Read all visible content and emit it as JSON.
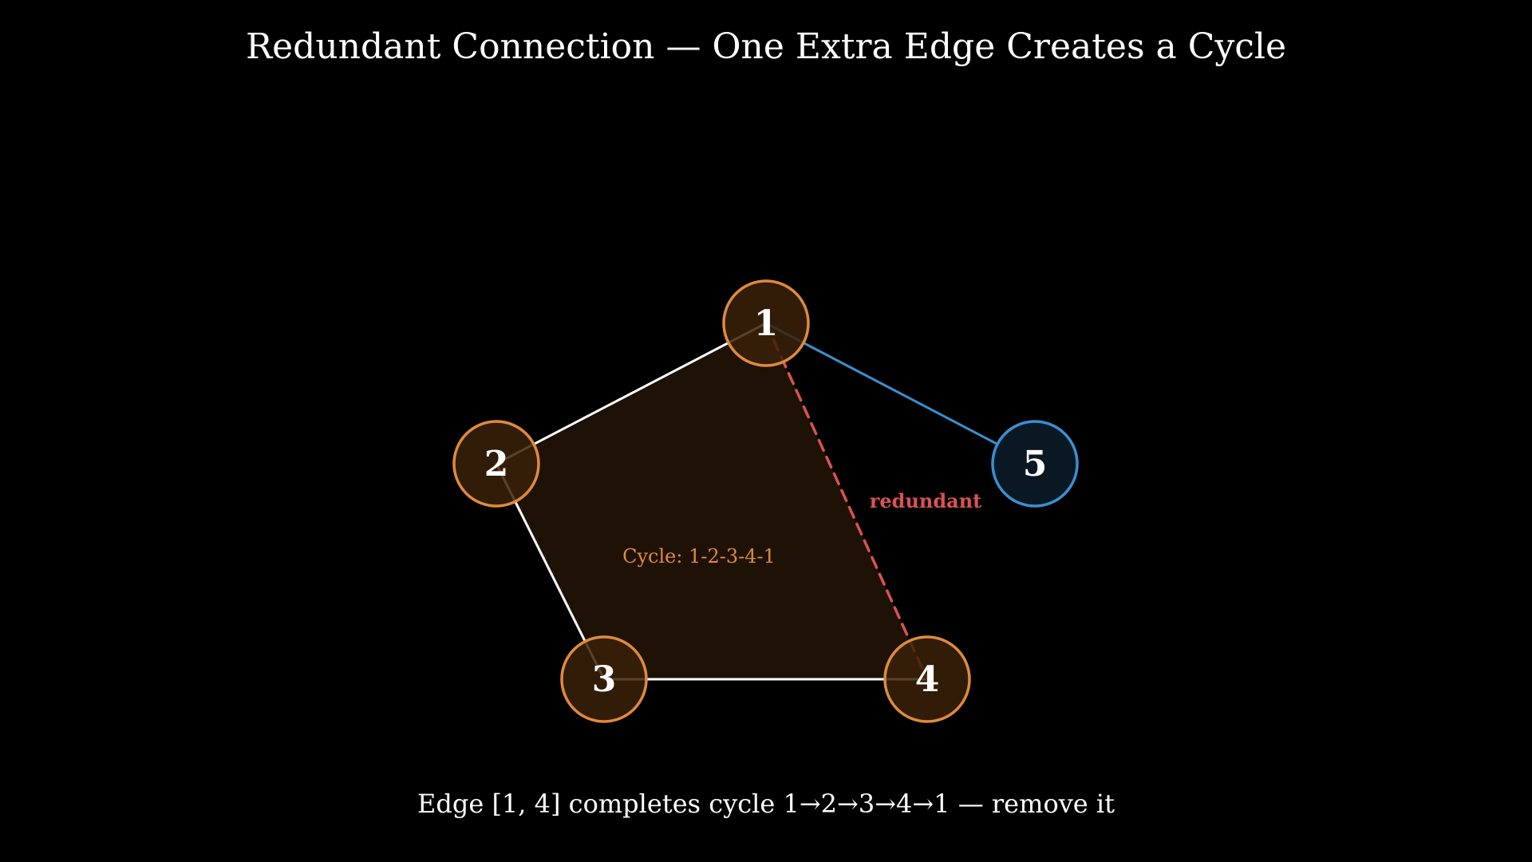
{
  "title": "Redundant Connection — One Extra Edge Creates a Cycle",
  "caption": "Edge [1, 4] completes cycle 1→2→3→4→1 — remove it",
  "cycle_label": "Cycle: 1-2-3-4-1",
  "colors": {
    "background": "#000000",
    "text": "#ffffff",
    "cycle_stroke": "#e08a3c",
    "cycle_fill": "#3a2108",
    "cycle_region_fill": "#1e1207",
    "cycle_label": "#e08a3c",
    "normal_edge": "#ffffff",
    "branch_stroke": "#3a8fd0",
    "branch_fill": "#0a1824",
    "redundant": "#d9534f"
  },
  "nodes": [
    {
      "id": "1",
      "label": "1",
      "role": "cycle"
    },
    {
      "id": "2",
      "label": "2",
      "role": "cycle"
    },
    {
      "id": "3",
      "label": "3",
      "role": "cycle"
    },
    {
      "id": "4",
      "label": "4",
      "role": "cycle"
    },
    {
      "id": "5",
      "label": "5",
      "role": "branch"
    }
  ],
  "edges": [
    {
      "from": "1",
      "to": "2",
      "kind": "normal"
    },
    {
      "from": "2",
      "to": "3",
      "kind": "normal"
    },
    {
      "from": "3",
      "to": "4",
      "kind": "normal"
    },
    {
      "from": "1",
      "to": "5",
      "kind": "branch"
    },
    {
      "from": "1",
      "to": "4",
      "kind": "redundant",
      "label": "redundant"
    }
  ],
  "cycle": [
    "1",
    "2",
    "3",
    "4"
  ]
}
